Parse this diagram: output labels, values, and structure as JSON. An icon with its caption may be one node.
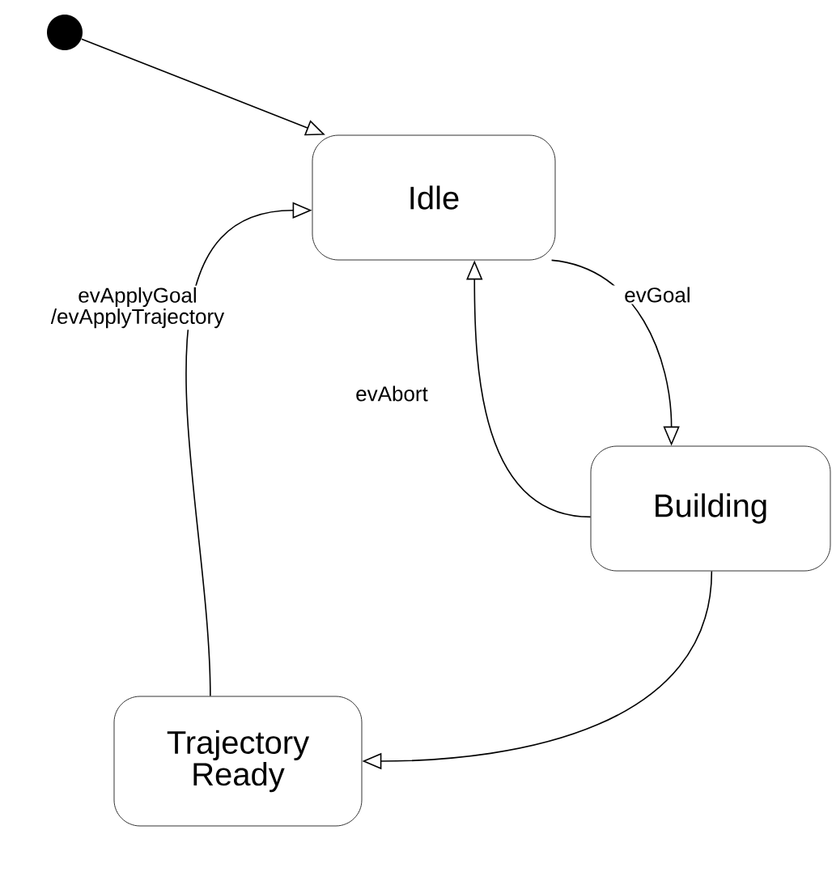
{
  "diagram": {
    "nodes": [
      {
        "text": [],
        "shape": "circle"
      },
      {
        "text": [
          "Idle"
        ]
      },
      {
        "text": [
          "Building"
        ]
      },
      {
        "text": [
          "Trajectory Ready"
        ]
      }
    ],
    "edges": [
      {
        "from": 0,
        "to": 1,
        "arrow": "to"
      },
      {
        "from": 1,
        "to": 2,
        "arrow": "to",
        "label": "evGoal"
      },
      {
        "from": 2,
        "to": 1,
        "arrow": "to",
        "label": "evAbort"
      },
      {
        "from": 2,
        "to": 3,
        "arrow": "to"
      },
      {
        "from": 3,
        "to": 1,
        "arrow": "to",
        "label": "evApplyGoal /evApplyTrajectory"
      }
    ]
  }
}
